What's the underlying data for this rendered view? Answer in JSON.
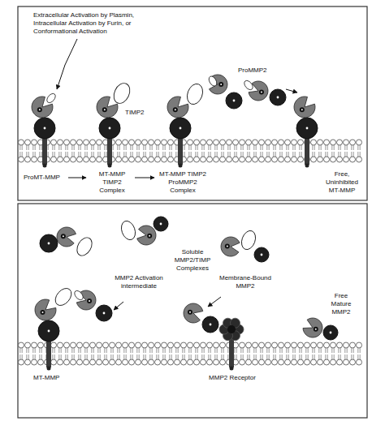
{
  "diagram": {
    "labels": [
      "Extracellular Activation by Plasmin, Intracellular Activation by Furin, or Conformational Activation",
      "TIMP2",
      "ProMMP2",
      "ProMT-MMP",
      "MT-MMP TIMP2 Complex",
      "MT-MMP TIMP2 ProMMP2 Complex",
      "Free, Uninhibited MT-MMP",
      "Soluble MMP2/TIMP Complexes",
      "MMP2 Activation intermediate",
      "Membrane-Bound MMP2",
      "Free Mature MMP2",
      "MT-MMP",
      "MMP2 Receptor"
    ]
  }
}
